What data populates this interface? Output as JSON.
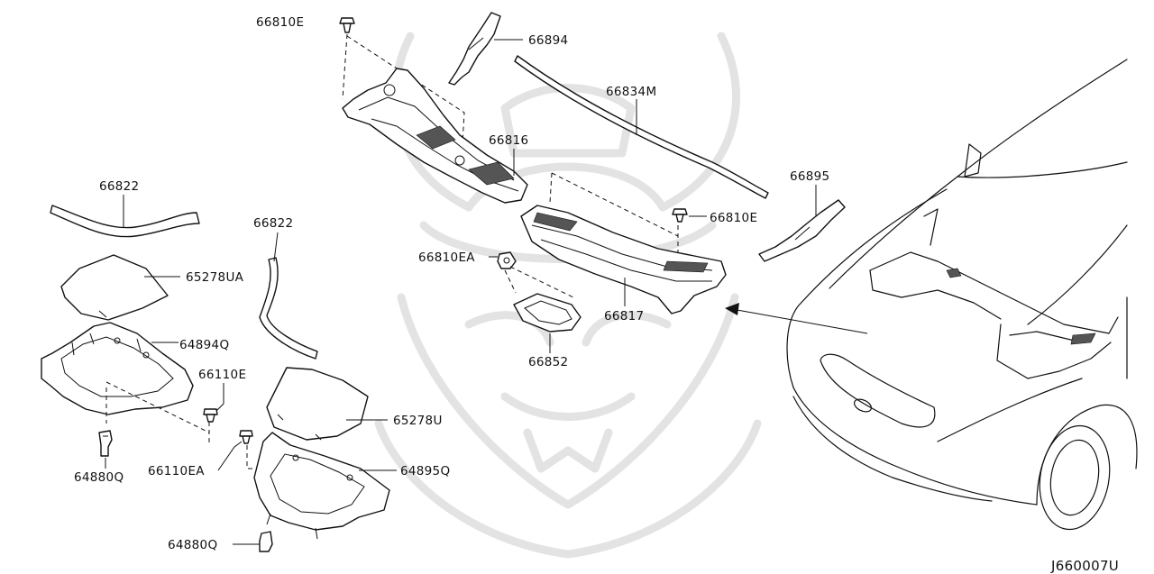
{
  "diagram_code": "J660007U",
  "part_labels": {
    "p66810E_top": "66810E",
    "p66894": "66894",
    "p66834M": "66834M",
    "p66816": "66816",
    "p66895": "66895",
    "p66822_left": "66822",
    "p66822_mid": "66822",
    "p66810E_right": "66810E",
    "p66810EA": "66810EA",
    "p65278UA": "65278UA",
    "p66817": "66817",
    "p64894Q": "64894Q",
    "p66852": "66852",
    "p66110E": "66110E",
    "p65278U": "65278U",
    "p64880Q_left": "64880Q",
    "p66110EA": "66110EA",
    "p64895Q": "64895Q",
    "p64880Q_bottom": "64880Q"
  }
}
